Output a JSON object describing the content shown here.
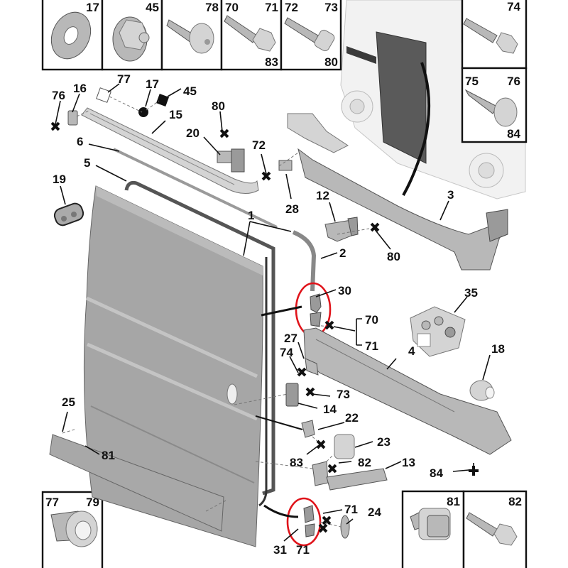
{
  "diagram": {
    "title": "Sliding side door – exploded parts view",
    "highlight_color": "#e0141b",
    "fastener_boxes": [
      {
        "id": "box-washer",
        "labels": [
          "17"
        ],
        "part": "washer"
      },
      {
        "id": "box-flange-nut",
        "labels": [
          "45"
        ],
        "part": "flange-nut"
      },
      {
        "id": "box-torx-screw",
        "labels": [
          "78"
        ],
        "part": "torx-screw"
      },
      {
        "id": "box-hex-bolt",
        "labels": [
          "70",
          "71",
          "83"
        ],
        "part": "hex-flange-bolt"
      },
      {
        "id": "box-socket-bolt",
        "labels": [
          "72",
          "73",
          "80"
        ],
        "part": "socket-head-bolt"
      },
      {
        "id": "box-hex-screw",
        "labels": [
          "74"
        ],
        "part": "hex-screw"
      },
      {
        "id": "box-pan-screw",
        "labels": [
          "75",
          "76",
          "84"
        ],
        "part": "pan-head-tapping-screw"
      },
      {
        "id": "box-rivet-nut",
        "labels": [
          "77",
          "79"
        ],
        "part": "rivet-nut"
      },
      {
        "id": "box-clip-nut",
        "labels": [
          "81"
        ],
        "part": "clip-nut"
      },
      {
        "id": "box-flange-screw",
        "labels": [
          "82"
        ],
        "part": "hex-flange-tapping-screw"
      }
    ],
    "callouts": {
      "c76a": "76",
      "c16": "16",
      "c77": "77",
      "c17": "17",
      "c45": "45",
      "c15": "15",
      "c80a": "80",
      "c20": "20",
      "c6": "6",
      "c72": "72",
      "c5": "5",
      "c19": "19",
      "c28": "28",
      "c12": "12",
      "c3": "3",
      "c80b": "80",
      "c1": "1",
      "c2": "2",
      "c30": "30",
      "c35": "35",
      "c70": "70",
      "c71a": "71",
      "c27": "27",
      "c74": "74",
      "c4": "4",
      "c18": "18",
      "c73": "73",
      "c14": "14",
      "c22": "22",
      "c25": "25",
      "c23": "23",
      "c81": "81",
      "c83": "83",
      "c82": "82",
      "c13": "13",
      "c84": "84",
      "c71b": "71",
      "c24": "24",
      "c31": "31",
      "c71c": "71"
    },
    "highlighted_parts": [
      "30",
      "31"
    ]
  }
}
